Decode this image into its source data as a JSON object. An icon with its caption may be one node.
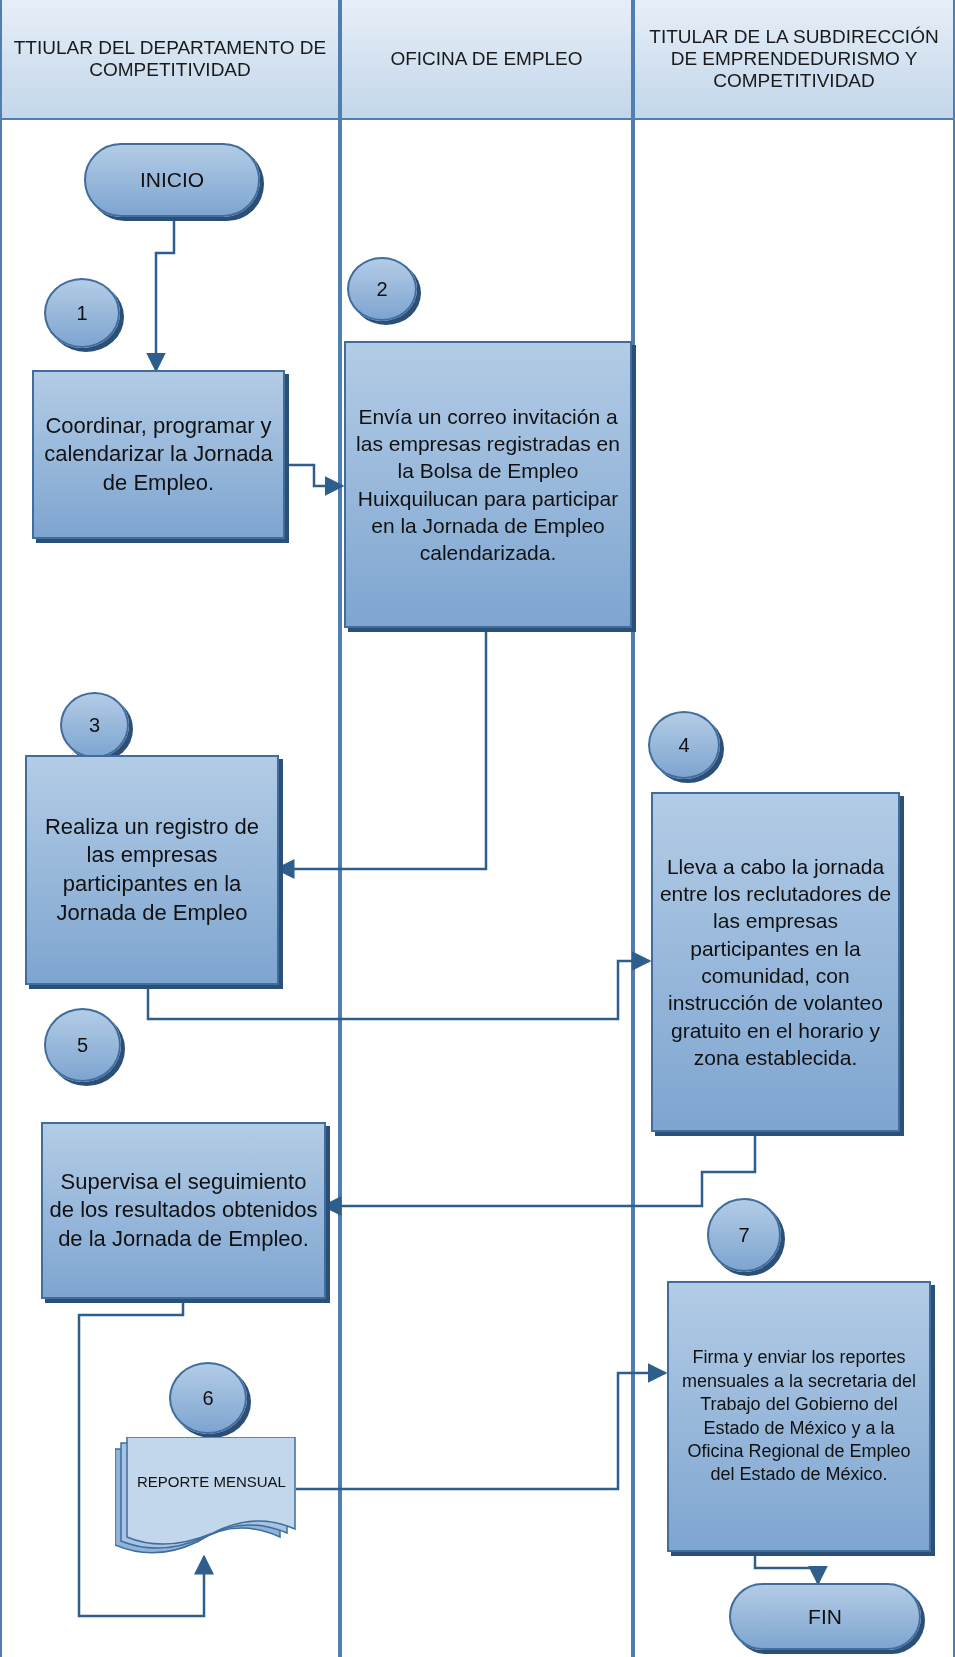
{
  "diagram": {
    "nodes": [
      {
        "text": [
          "TTIULAR DEL DEPARTAMENTO DE COMPETITIVIDAD"
        ]
      },
      {
        "text": [
          "OFICINA DE EMPLEO"
        ]
      },
      {
        "text": [
          "TITULAR DE LA SUBDIRECCIÓN DE EMPRENDEDURISMO Y COMPETITIVIDAD"
        ]
      },
      {
        "text": [
          "INICIO"
        ],
        "in": 0
      },
      {
        "text": [
          "1"
        ],
        "in": 0
      },
      {
        "text": [
          "Coordinar, programar y calendarizar la Jornada de Empleo."
        ],
        "in": 0
      },
      {
        "text": [
          "2"
        ],
        "in": 1
      },
      {
        "text": [
          "Envía un correo invitación a las empresas registradas en la Bolsa de Empleo Huixquilucan para participar en la Jornada de Empleo calendarizada."
        ],
        "in": 1
      },
      {
        "text": [
          "3"
        ],
        "in": 0
      },
      {
        "text": [
          "Realiza un registro de las empresas participantes en la Jornada de Empleo"
        ],
        "in": 0
      },
      {
        "text": [
          "4"
        ],
        "in": 2
      },
      {
        "text": [
          "Lleva a cabo la jornada entre los reclutadores de las empresas participantes en la comunidad, con instrucción de volanteo gratuito en el horario y zona establecida."
        ],
        "in": 2
      },
      {
        "text": [
          "5"
        ],
        "in": 0
      },
      {
        "text": [
          "Supervisa el seguimiento de los resultados obtenidos de la Jornada de Empleo."
        ],
        "in": 0
      },
      {
        "text": [
          "6"
        ],
        "in": 0
      },
      {
        "text": [
          "REPORTE MENSUAL"
        ],
        "in": 0
      },
      {
        "text": [
          "7"
        ],
        "in": 2
      },
      {
        "text": [
          "Firma y enviar los reportes mensuales a la secretaria del Trabajo del Gobierno del Estado de México y a la Oficina Regional de Empleo del Estado de México."
        ],
        "in": 2
      },
      {
        "text": [
          "FIN"
        ],
        "in": 2
      }
    ],
    "edges": [
      {
        "from": 3,
        "to": 5,
        "arrow": "to"
      },
      {
        "from": 5,
        "to": 7,
        "arrow": "to"
      },
      {
        "from": 7,
        "to": 9,
        "arrow": "to"
      },
      {
        "from": 9,
        "to": 11,
        "arrow": "to"
      },
      {
        "from": 11,
        "to": 13,
        "arrow": "to"
      },
      {
        "from": 13,
        "to": 15,
        "arrow": "to"
      },
      {
        "from": 15,
        "to": 17,
        "arrow": "to"
      },
      {
        "from": 17,
        "to": 18,
        "arrow": "to"
      }
    ]
  }
}
